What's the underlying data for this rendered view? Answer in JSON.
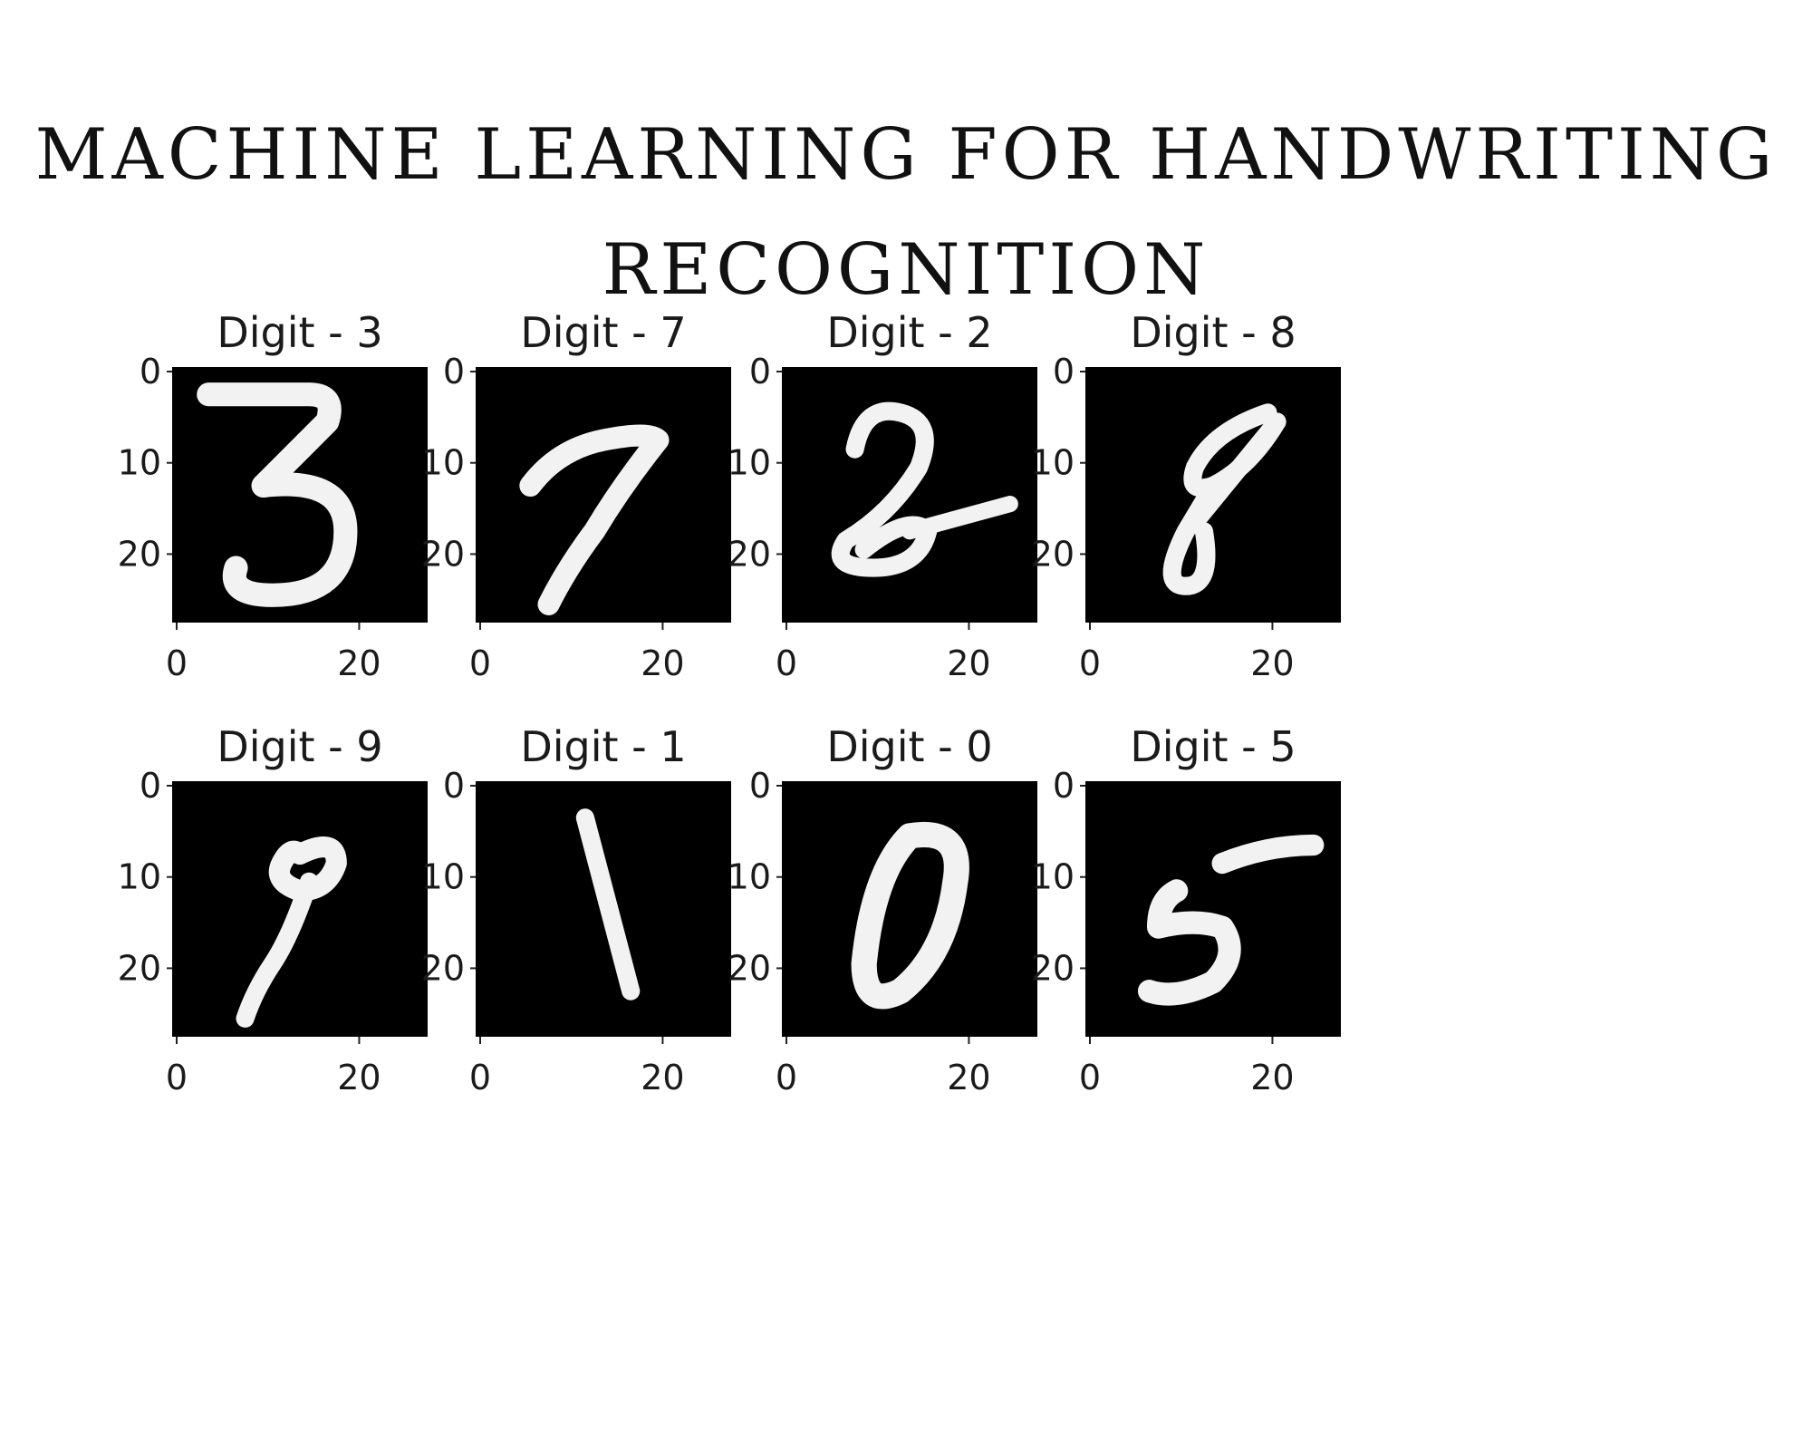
{
  "title": {
    "line1": "MACHINE LEARNING FOR  HANDWRITING",
    "line2": "RECOGNITION"
  },
  "panels": [
    {
      "digit": "3",
      "title": "Digit - 3"
    },
    {
      "digit": "7",
      "title": "Digit - 7"
    },
    {
      "digit": "2",
      "title": "Digit - 2"
    },
    {
      "digit": "8",
      "title": "Digit - 8"
    },
    {
      "digit": "9",
      "title": "Digit - 9"
    },
    {
      "digit": "1",
      "title": "Digit - 1"
    },
    {
      "digit": "0",
      "title": "Digit - 0"
    },
    {
      "digit": "5",
      "title": "Digit - 5"
    }
  ],
  "axes": {
    "x_ticks": [
      "0",
      "20"
    ],
    "y_ticks": [
      "0",
      "10",
      "20"
    ]
  },
  "colors": {
    "image_background": "#000000",
    "digit_stroke": "#f2f2f2",
    "text": "#1a1a1a"
  }
}
